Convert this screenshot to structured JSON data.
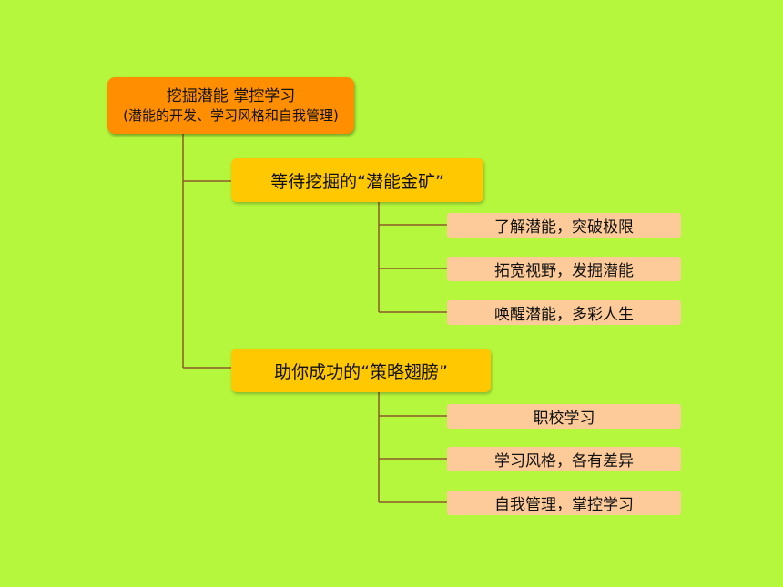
{
  "root": {
    "title": "挖掘潜能  掌控学习",
    "subtitle": "(潜能的开发、学习风格和自我管理)"
  },
  "branches": [
    {
      "label": "等待挖掘的“潜能金矿”",
      "children": [
        "了解潜能，突破极限",
        "拓宽视野，发掘潜能",
        "唤醒潜能，多彩人生"
      ]
    },
    {
      "label": "助你成功的“策略翅膀”",
      "children": [
        "职校学习",
        "学习风格，各有差异",
        "自我管理，掌控学习"
      ]
    }
  ],
  "colors": {
    "background": "#b4f73c",
    "root": "#ff8e00",
    "branch": "#ffc800",
    "leaf": "#fdcb9a",
    "connector": "#8b5a2b"
  }
}
